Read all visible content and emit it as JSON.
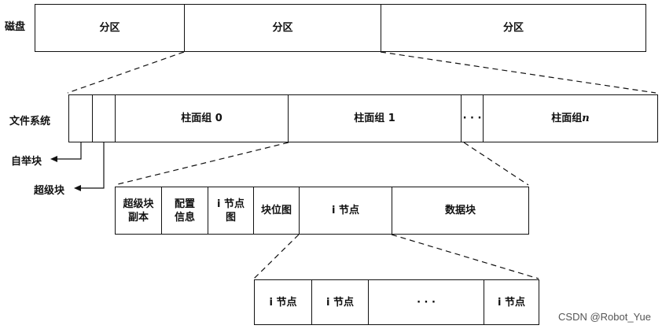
{
  "disk": {
    "label": "磁盘",
    "partitions": [
      "分区",
      "分区",
      "分区"
    ]
  },
  "filesystem": {
    "label": "文件系统",
    "cylinder_groups": [
      "柱面组 0",
      "柱面组 1",
      "· · ·",
      "柱面组 n"
    ]
  },
  "annotations": {
    "boot_block": "自举块",
    "super_block": "超级块"
  },
  "cylinder_group": {
    "sections": [
      "超级块\n副本",
      "配置\n信息",
      "i 节点\n图",
      "块位图",
      "i 节点",
      "数据块"
    ]
  },
  "inode_table": {
    "entries": [
      "i 节点",
      "i 节点",
      "· · ·",
      "i 节点"
    ]
  },
  "watermark": "CSDN @Robot_Yue"
}
